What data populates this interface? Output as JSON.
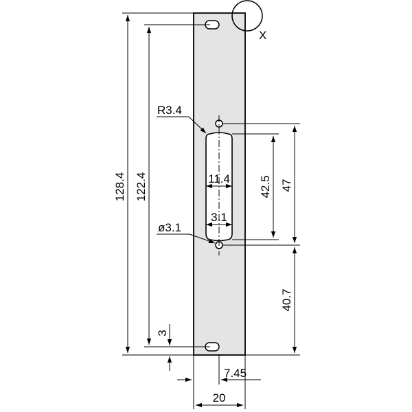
{
  "drawing": {
    "panel_fill": "#e4e4e4",
    "line_color": "#000000",
    "labels": {
      "height_overall": "128.4",
      "height_holes": "122.4",
      "hole_offset": "3",
      "radius": "R3.4",
      "cutout_width": "11.4",
      "inner_width": "3.1",
      "hole_diameter": "ø3.1",
      "cutout_height": "42.5",
      "hole_spacing": "47",
      "bottom_offset": "40.7",
      "hole_x": "7.45",
      "panel_width": "20",
      "detail_marker": "X"
    }
  }
}
